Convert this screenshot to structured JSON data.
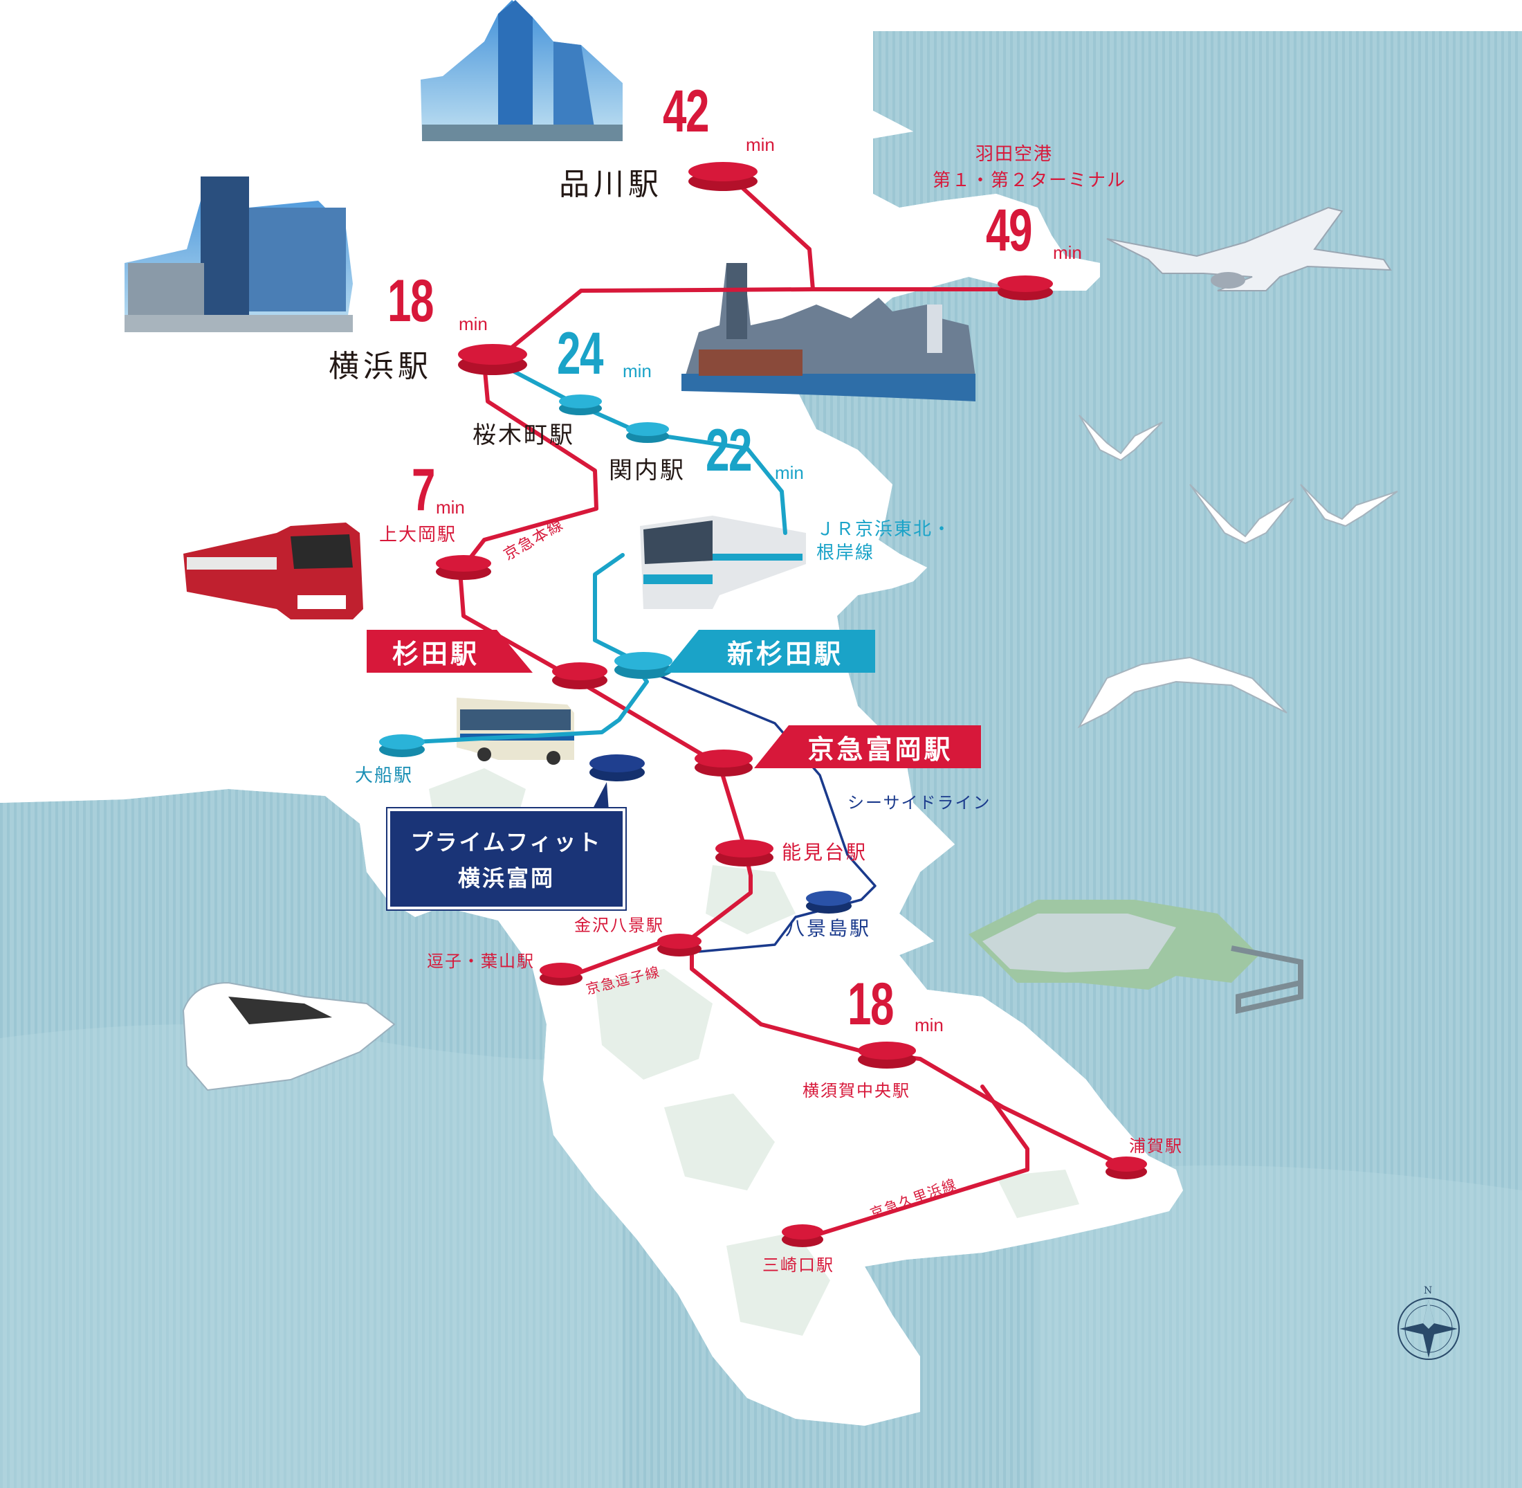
{
  "stations": {
    "shinagawa": "品川駅",
    "haneda_l1": "羽田空港",
    "haneda_l2": "第１・第２ターミナル",
    "yokohama": "横浜駅",
    "sakuragicho": "桜木町駅",
    "kannai": "関内駅",
    "kamiooka": "上大岡駅",
    "sugita": "杉田駅",
    "shinsugita": "新杉田駅",
    "ofuna": "大船駅",
    "keikyu_tomioka": "京急富岡駅",
    "nokendai": "能見台駅",
    "kanazawa_hakkei": "金沢八景駅",
    "hakkeijima": "八景島駅",
    "zushi_hayama": "逗子・葉山駅",
    "yokosuka_chuo": "横須賀中央駅",
    "uraga": "浦賀駅",
    "misakiguchi": "三崎口駅"
  },
  "lines": {
    "keikyu_main": "京急本線",
    "jr_keihin_1": "ＪＲ京浜東北・",
    "jr_keihin_2": "根岸線",
    "seaside": "シーサイドライン",
    "keikyu_zushi": "京急逗子線",
    "keikyu_kurihama": "京急久里浜線"
  },
  "times": {
    "shinagawa": "42",
    "haneda": "49",
    "yokohama": "18",
    "sakuragicho": "24",
    "kannai": "22",
    "kamiooka": "7",
    "yokosuka_chuo": "18",
    "unit": "min"
  },
  "property": {
    "line1": "プライムフィット",
    "line2": "横浜富岡"
  },
  "compass": "N",
  "colors": {
    "keikyu_red": "#d7183a",
    "jr_cyan": "#1aa3c8",
    "seaside_navy": "#1a3a8c",
    "sea": "#a9cfda",
    "land": "#ffffff"
  }
}
